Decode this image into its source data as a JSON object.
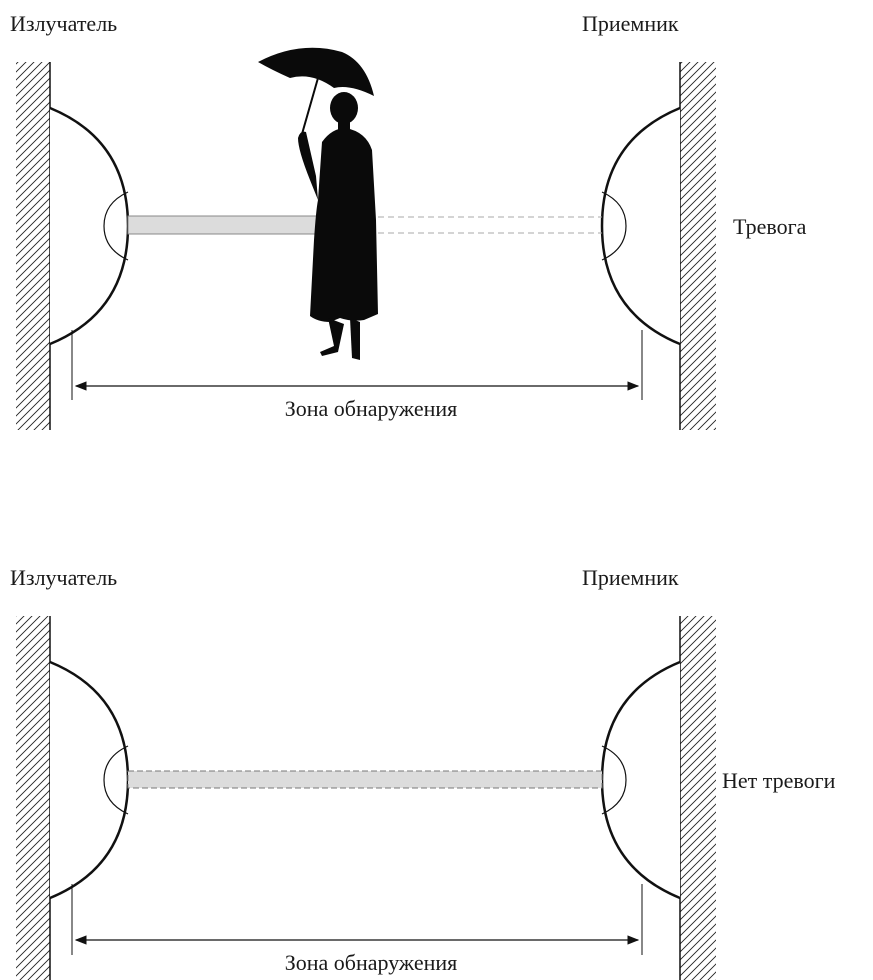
{
  "panels": [
    {
      "emitter_label": "Излучатель",
      "receiver_label": "Приемник",
      "status_label": "Тревога",
      "zone_label": "Зона обнаружения",
      "beam_blocked": true
    },
    {
      "emitter_label": "Излучатель",
      "receiver_label": "Приемник",
      "status_label": "Нет тревоги",
      "zone_label": "Зона обнаружения",
      "beam_blocked": false
    }
  ]
}
